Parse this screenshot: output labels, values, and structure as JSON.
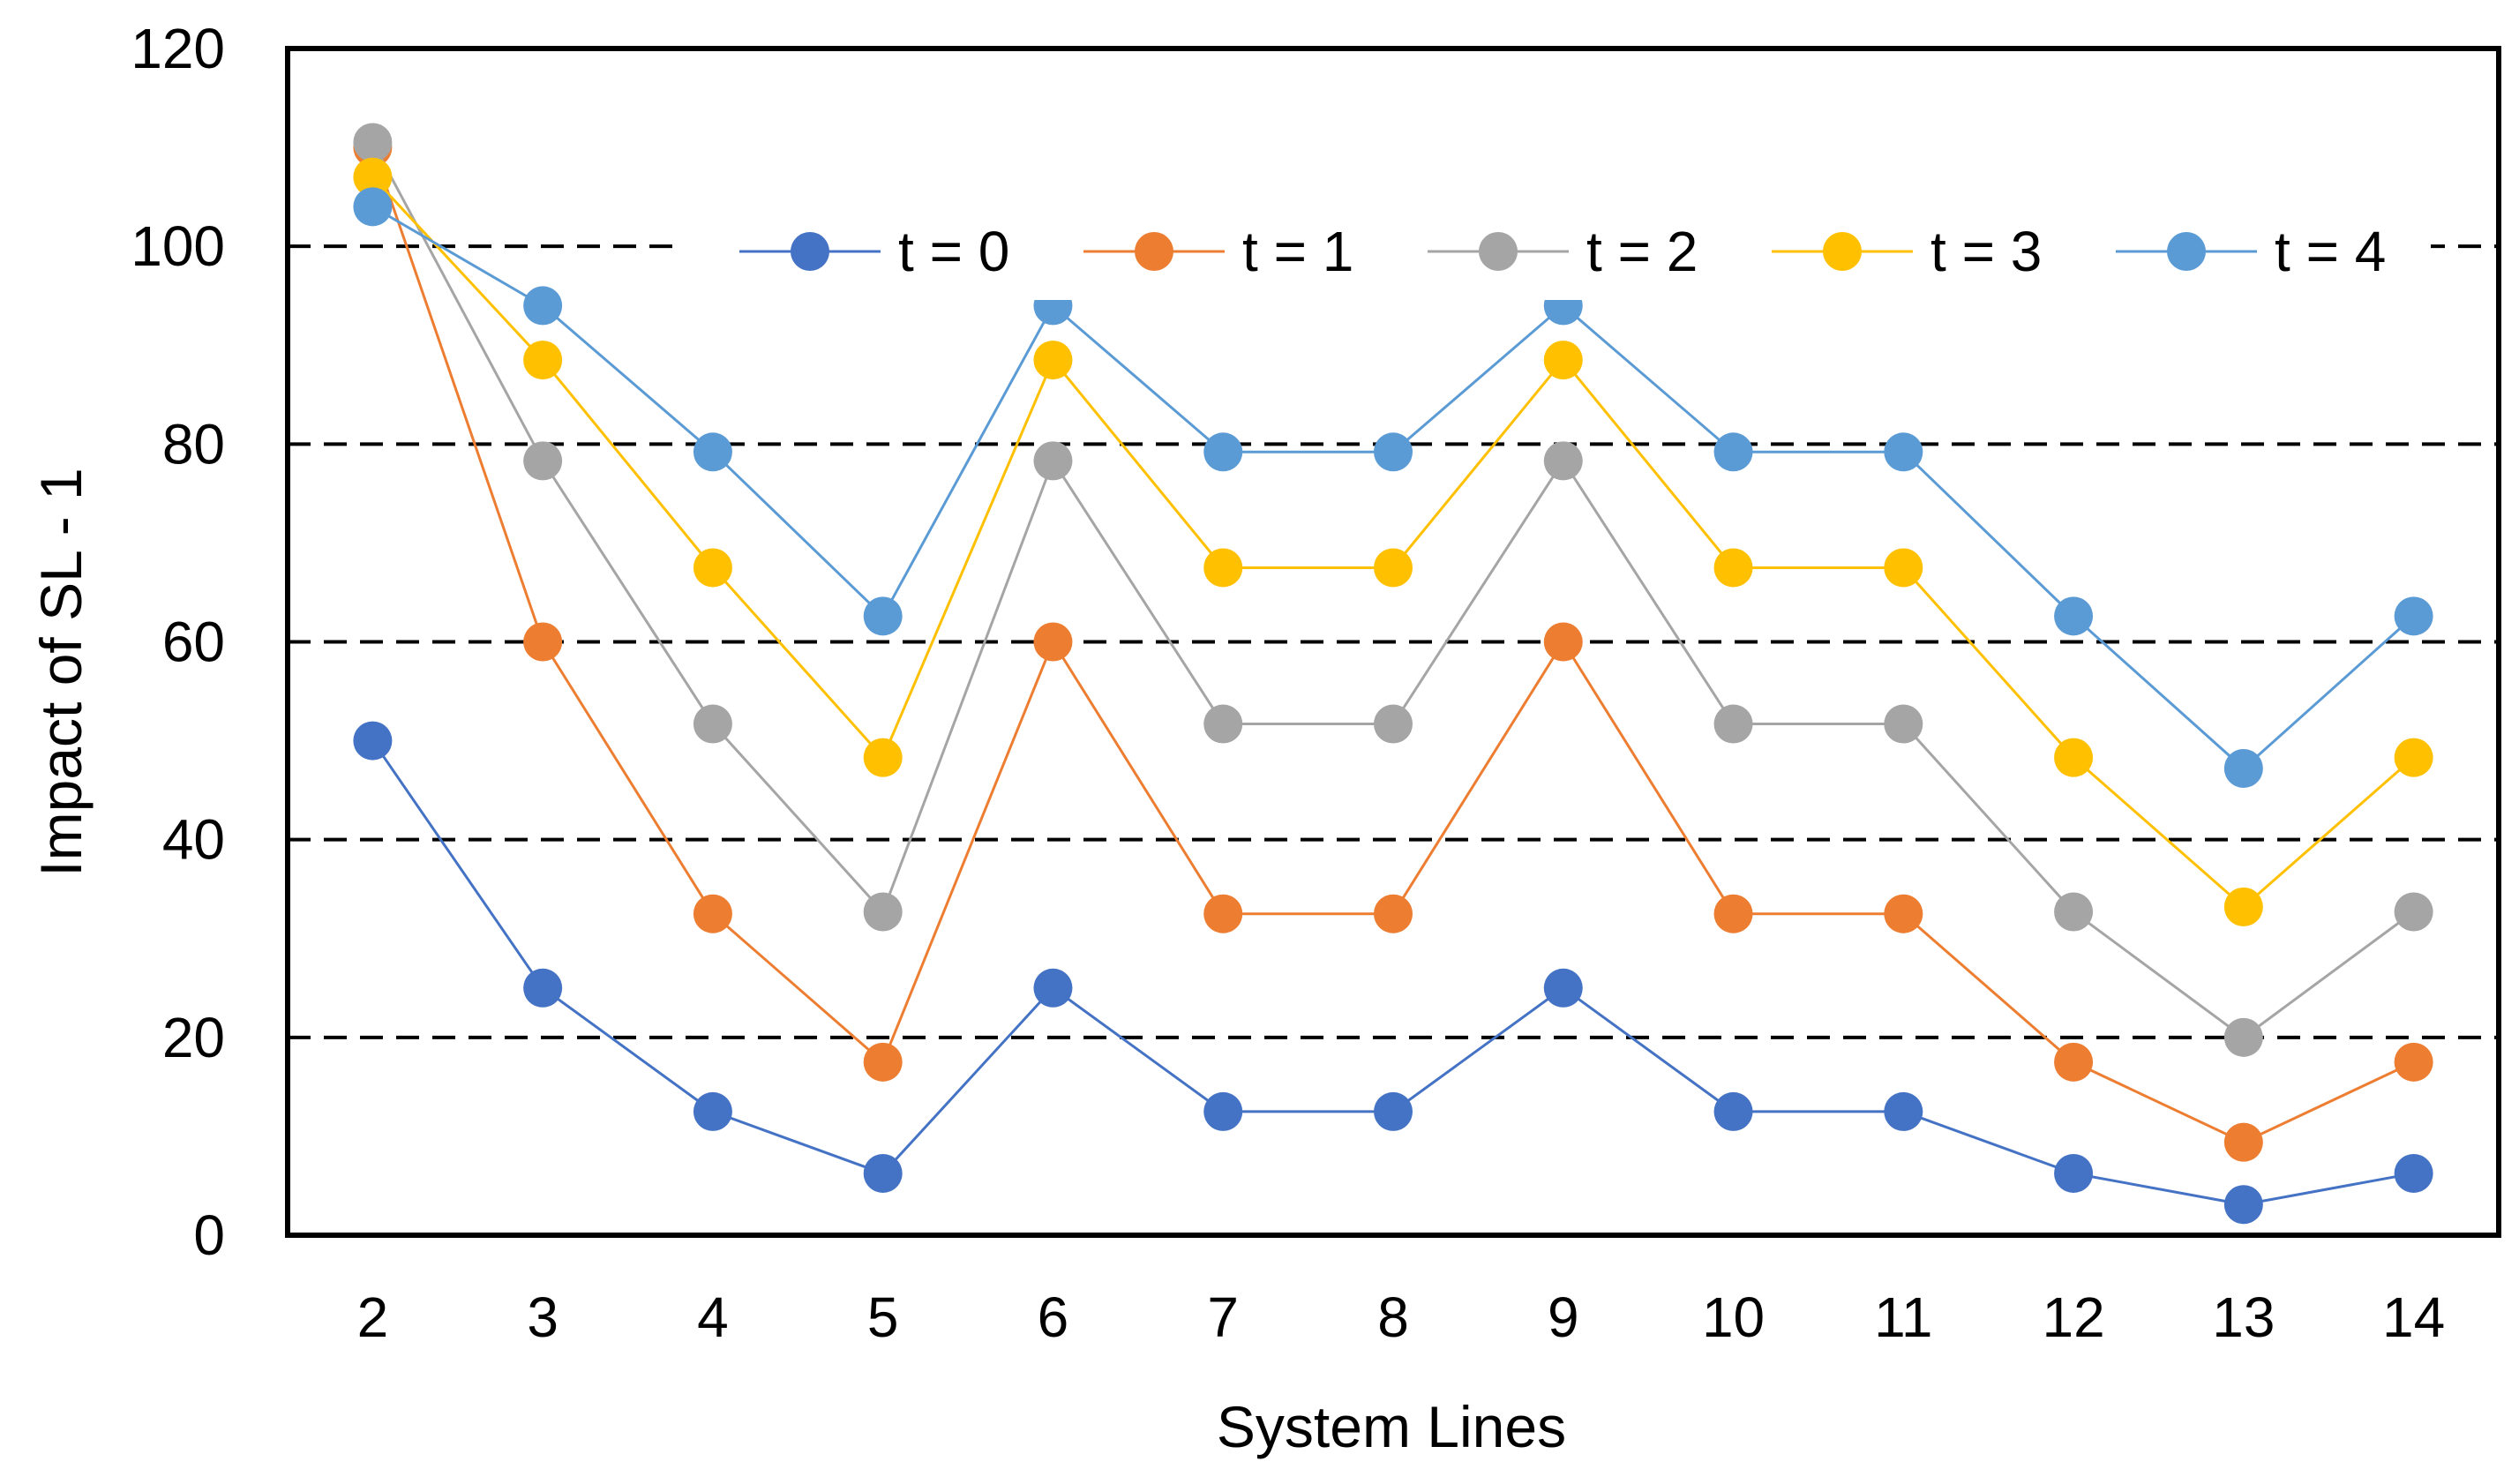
{
  "chart_data": {
    "type": "line",
    "title": "",
    "xlabel": "System Lines",
    "ylabel": "Impact of SL - 1",
    "categories": [
      "2",
      "3",
      "4",
      "5",
      "6",
      "7",
      "8",
      "9",
      "10",
      "11",
      "12",
      "13",
      "14"
    ],
    "ylim": [
      0,
      120
    ],
    "yticks": [
      "0",
      "20",
      "40",
      "60",
      "80",
      "100",
      "120"
    ],
    "grid": "horizontal-dashed",
    "legend_position": "top",
    "series": [
      {
        "name": "t = 0",
        "color": "#4472C4",
        "values": [
          50,
          25,
          12.5,
          6.25,
          25,
          12.5,
          12.5,
          25,
          12.5,
          12.5,
          6.25,
          3.1,
          6.25
        ]
      },
      {
        "name": "t = 1",
        "color": "#ED7D31",
        "values": [
          110,
          60,
          32.5,
          17.5,
          60,
          32.5,
          32.5,
          60,
          32.5,
          32.5,
          17.5,
          9.4,
          17.5
        ]
      },
      {
        "name": "t = 2",
        "color": "#A5A5A5",
        "values": [
          110.5,
          78.3,
          51.7,
          32.7,
          78.3,
          51.7,
          51.7,
          78.3,
          51.7,
          51.7,
          32.7,
          20,
          32.7
        ]
      },
      {
        "name": "t = 3",
        "color": "#FFC000",
        "values": [
          107,
          88.5,
          67.5,
          48.3,
          88.5,
          67.5,
          67.5,
          88.5,
          67.5,
          67.5,
          48.3,
          33.2,
          48.3
        ]
      },
      {
        "name": "t = 4",
        "color": "#5B9BD5",
        "values": [
          104,
          94,
          79.2,
          62.6,
          94,
          79.2,
          79.2,
          94,
          79.2,
          79.2,
          62.6,
          47.2,
          62.6
        ]
      }
    ]
  }
}
